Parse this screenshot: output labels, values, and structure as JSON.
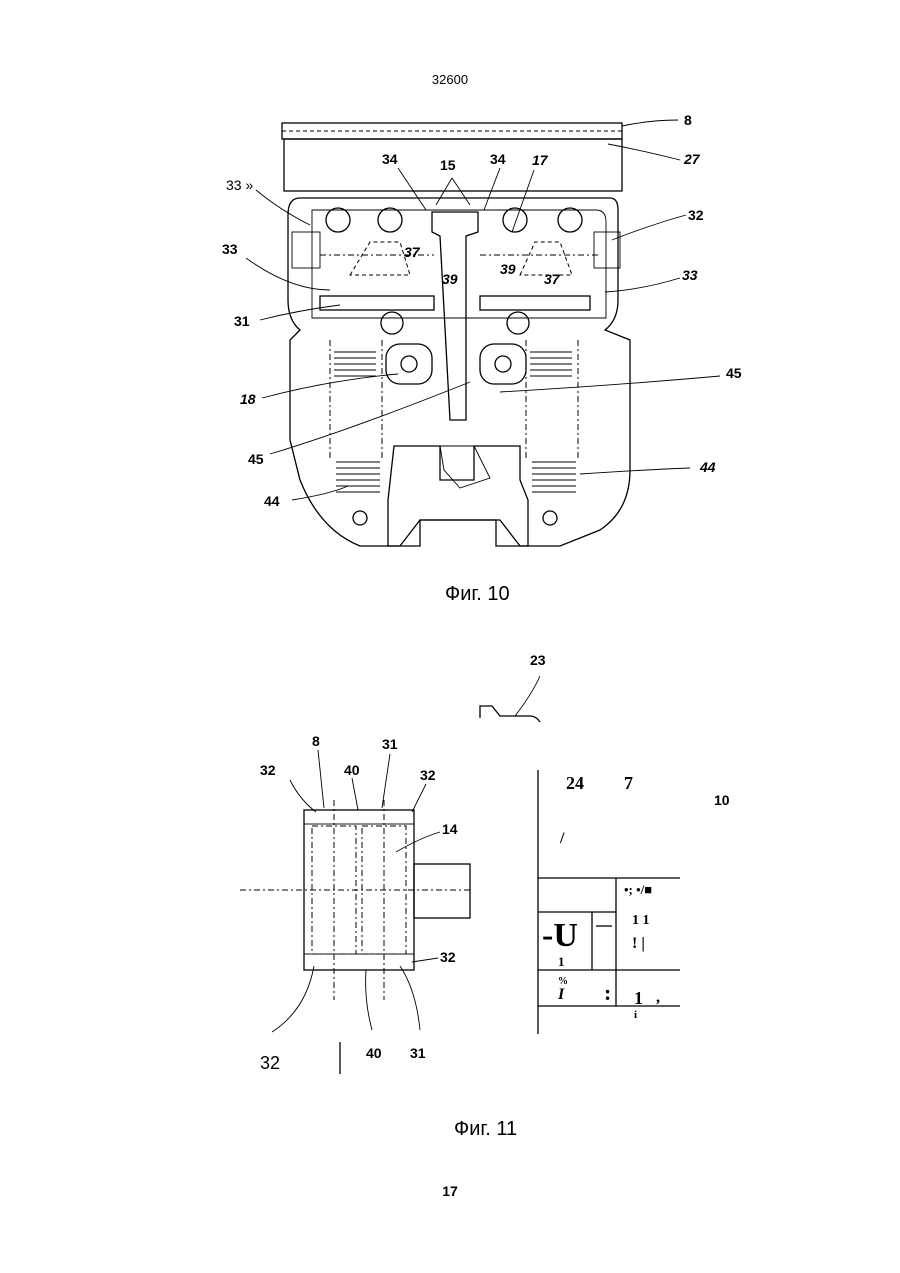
{
  "header": {
    "doc_number": "32600"
  },
  "figure10": {
    "caption": "Фиг. 10",
    "labels": {
      "l8": "8",
      "l27": "27",
      "l34a": "34",
      "l15": "15",
      "l34b": "34",
      "l17": "17",
      "l33q": "33 »",
      "l32": "32",
      "l33a": "33",
      "l37a": "37",
      "l39a": "39",
      "l39b": "39",
      "l37b": "37",
      "l33b": "33",
      "l31": "31",
      "l18": "18",
      "l45a": "45",
      "l45b": "45",
      "l44a": "44",
      "l44b": "44"
    }
  },
  "figure11": {
    "caption": "Фиг. 11",
    "labels": {
      "l23": "23",
      "l8": "8",
      "l31a": "31",
      "l32a": "32",
      "l40a": "40",
      "l32b": "32",
      "l14": "14",
      "l24": "24",
      "l7": "7",
      "l10": "10",
      "l32c": "32",
      "l32d": "32",
      "l40b": "40",
      "l31b": "31"
    },
    "ocr_noise": {
      "slash": "/",
      "s1": "•; •/■",
      "s2": "-U",
      "s3": "1",
      "s4": "1 1",
      "s5": "! |",
      "s6": "%",
      "s7": "I",
      "s8": ":",
      "s9": "1",
      "s10": ",",
      "s11": "i"
    }
  },
  "footer": {
    "page_number": "17"
  }
}
